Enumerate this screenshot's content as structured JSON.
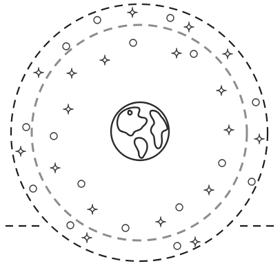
{
  "scene": {
    "colors": {
      "background": "#ffffff",
      "outer_orbit": "#1d1d1d",
      "inner_orbit": "#8c8c8c",
      "globe": "#2b2b2b",
      "stars": "#3a3a3a",
      "dots": "#3a3a3a"
    },
    "icons": {
      "center": "globe-icon",
      "sparkle": "sparkle-star-icon",
      "dot": "circle-dot-icon"
    },
    "orbits": [
      {
        "name": "outer-orbit",
        "style": "dashed"
      },
      {
        "name": "inner-orbit",
        "style": "dashed"
      }
    ],
    "horizon": {
      "style": "dashed"
    }
  }
}
